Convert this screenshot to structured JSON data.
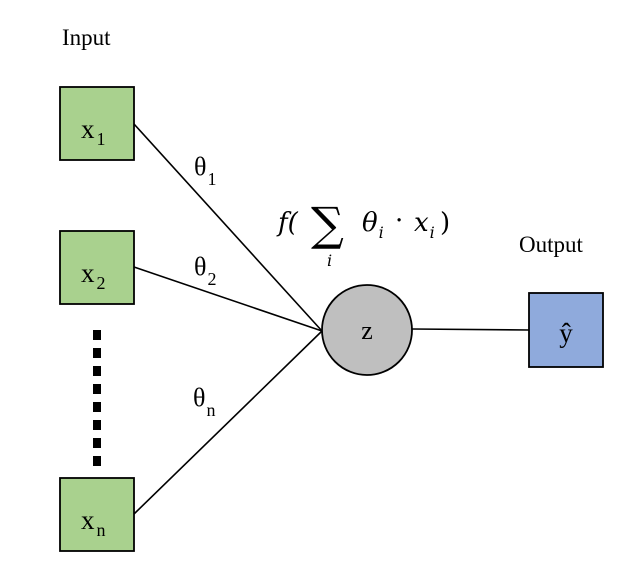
{
  "labels": {
    "input": "Input",
    "output": "Output"
  },
  "inputs": [
    {
      "base": "x",
      "sub": "1"
    },
    {
      "base": "x",
      "sub": "2"
    },
    {
      "base": "x",
      "sub": "n"
    }
  ],
  "weights": [
    {
      "base": "θ",
      "sub": "1"
    },
    {
      "base": "θ",
      "sub": "2"
    },
    {
      "base": "θ",
      "sub": "n"
    }
  ],
  "formula": {
    "f": "f(",
    "sigma": "∑",
    "index": "i",
    "theta": "θ",
    "sub_i": "i",
    "dot": "·",
    "x": "x",
    "sub_i2": "i",
    "close": ")"
  },
  "node": {
    "label": "z"
  },
  "output": {
    "label": "ŷ"
  },
  "colors": {
    "input_fill": "#a9d18e",
    "output_fill": "#8faadc",
    "node_fill": "#bfbfbf",
    "stroke": "#000000"
  }
}
